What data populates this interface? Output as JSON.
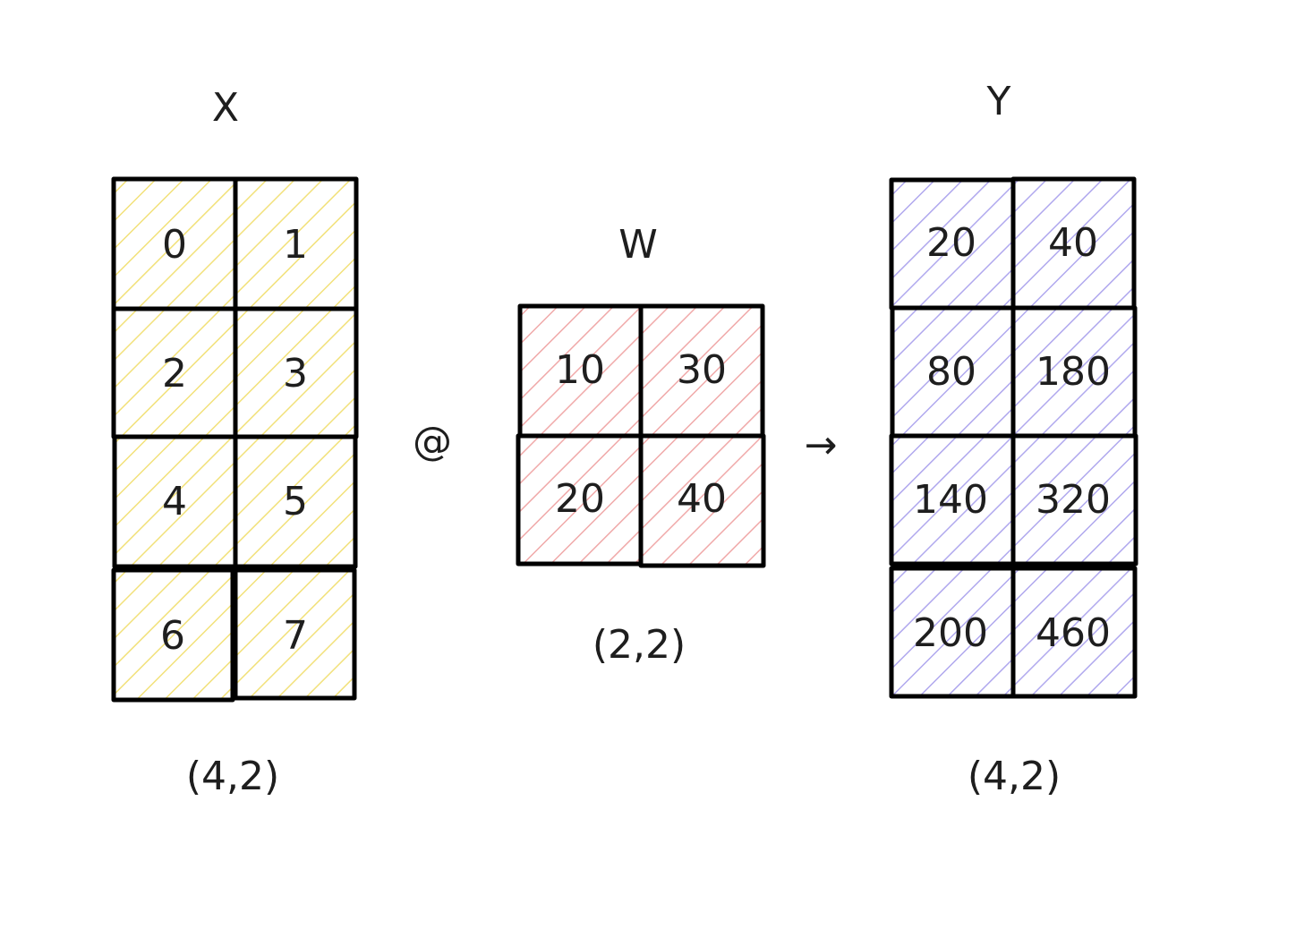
{
  "matrices": [
    {
      "id": "x",
      "name": "X",
      "shape": "(4,2)",
      "color": "#f2e17a",
      "rows": [
        [
          "0",
          "1"
        ],
        [
          "2",
          "3"
        ],
        [
          "4",
          "5"
        ],
        [
          "6",
          "7"
        ]
      ]
    },
    {
      "id": "w",
      "name": "W",
      "shape": "(2,2)",
      "color": "#f0a9a9",
      "rows": [
        [
          "10",
          "30"
        ],
        [
          "20",
          "40"
        ]
      ]
    },
    {
      "id": "y",
      "name": "Y",
      "shape": "(4,2)",
      "color": "#b0a8ee",
      "rows": [
        [
          "20",
          "40"
        ],
        [
          "80",
          "180"
        ],
        [
          "140",
          "320"
        ],
        [
          "200",
          "460"
        ]
      ]
    }
  ],
  "operator": "@",
  "arrow": "→"
}
